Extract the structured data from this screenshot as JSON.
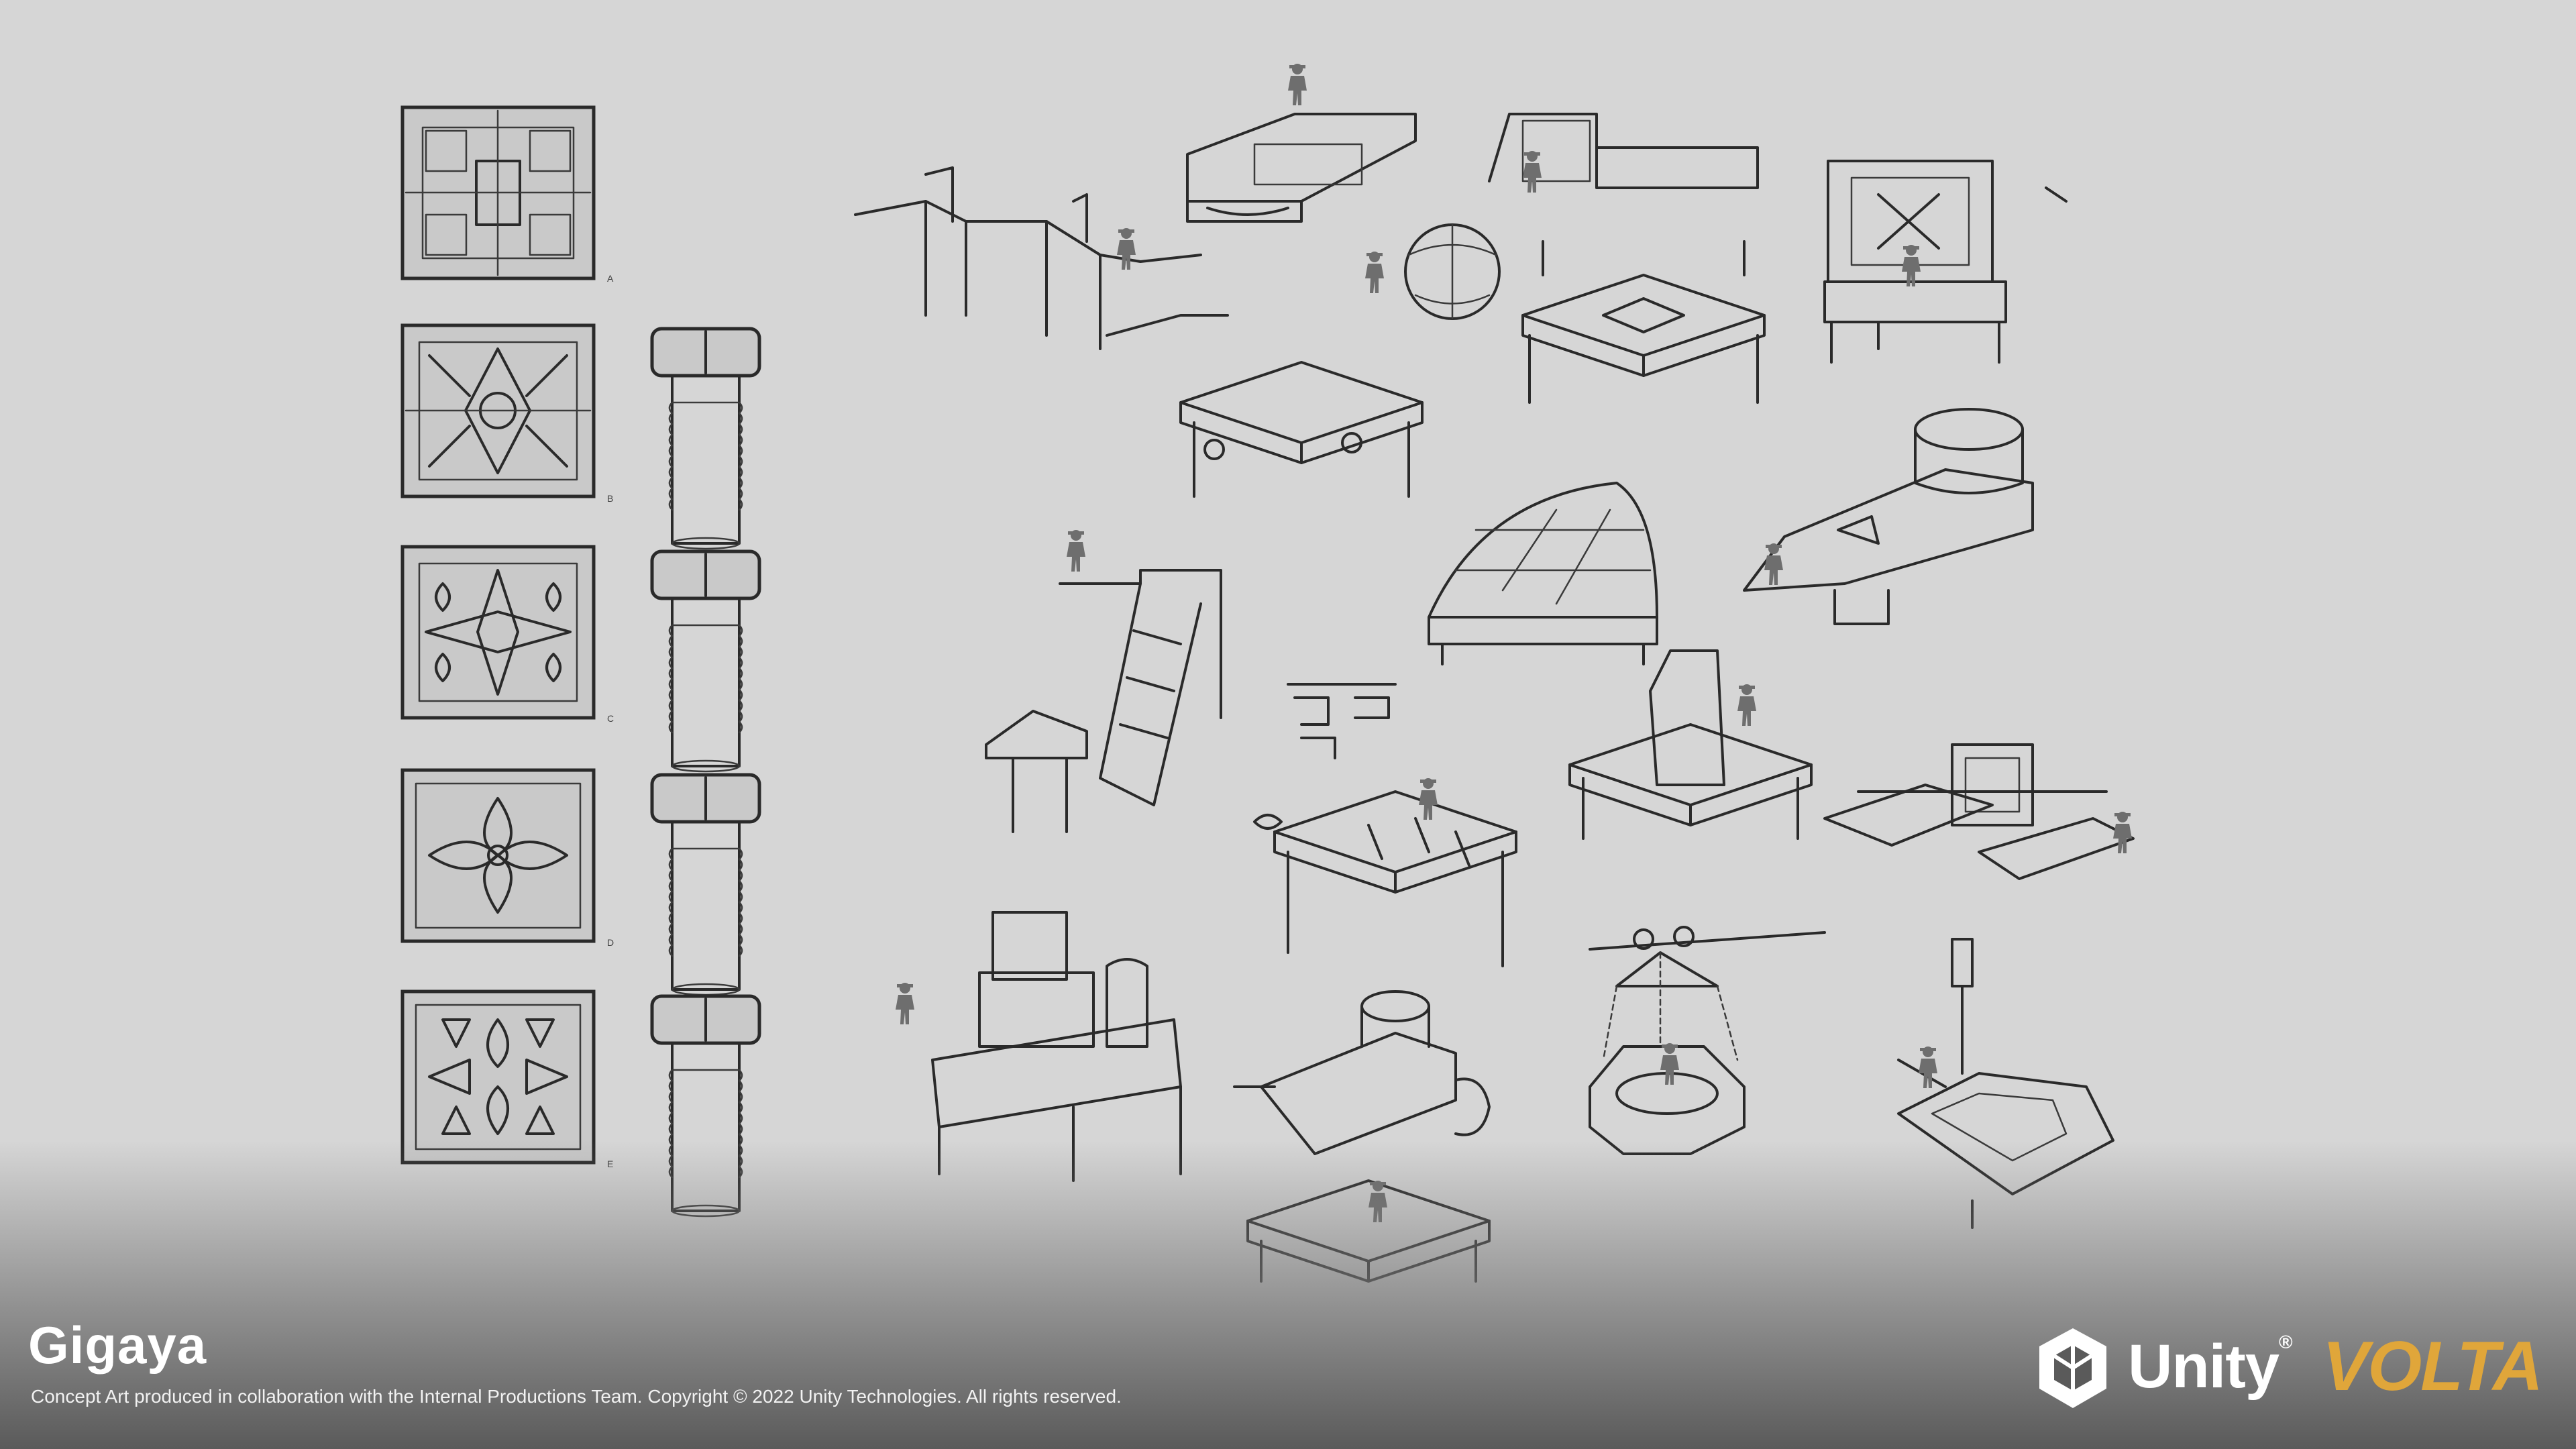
{
  "title": "Gigaya",
  "caption": "Concept Art produced in collaboration with the Internal Productions Team. Copyright © 2022 Unity Technologies. All rights reserved.",
  "logos": {
    "unity": "Unity",
    "unity_mark": "®",
    "volta": "VOLTA"
  },
  "tile_labels": [
    "A",
    "B",
    "C",
    "D",
    "E"
  ],
  "colors": {
    "background": "#d6d6d6",
    "ink": "#2a2a2a",
    "figure": "#6e6e6e",
    "volta": "#e0a63a",
    "text": "#ffffff"
  }
}
